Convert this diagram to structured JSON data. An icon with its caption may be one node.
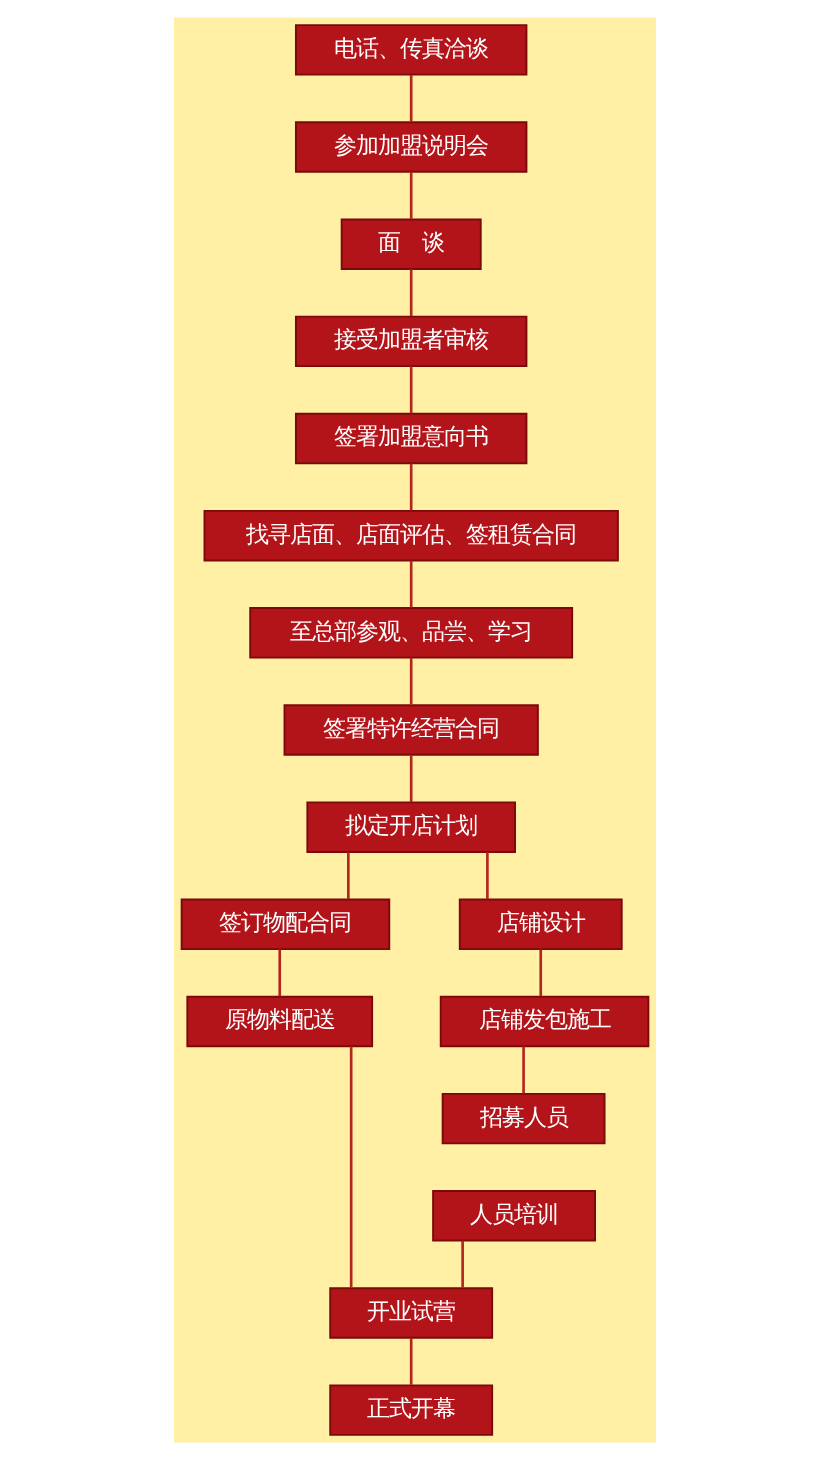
{
  "diagram": {
    "nodes": [
      {
        "text": [
          "电话、传真洽谈"
        ]
      },
      {
        "text": [
          "参加加盟说明会"
        ]
      },
      {
        "text": [
          "面　谈"
        ]
      },
      {
        "text": [
          "接受加盟者审核"
        ]
      },
      {
        "text": [
          "签署加盟意向书"
        ]
      },
      {
        "text": [
          "找寻店面、店面评估、签租赁合同"
        ]
      },
      {
        "text": [
          "至总部参观、品尝、学习"
        ]
      },
      {
        "text": [
          "签署特许经营合同"
        ]
      },
      {
        "text": [
          "拟定开店计划"
        ]
      },
      {
        "text": [
          "签订物配合同"
        ]
      },
      {
        "text": [
          "店铺设计"
        ]
      },
      {
        "text": [
          "原物料配送"
        ]
      },
      {
        "text": [
          "店铺发包施工"
        ]
      },
      {
        "text": [
          "招募人员"
        ]
      },
      {
        "text": [
          "人员培训"
        ]
      },
      {
        "text": [
          "开业试营"
        ]
      },
      {
        "text": [
          "正式开幕"
        ]
      }
    ],
    "edges": [
      {
        "from": 0,
        "to": 1,
        "arrow": "none"
      },
      {
        "from": 1,
        "to": 2,
        "arrow": "none"
      },
      {
        "from": 2,
        "to": 3,
        "arrow": "none"
      },
      {
        "from": 3,
        "to": 4,
        "arrow": "none"
      },
      {
        "from": 4,
        "to": 5,
        "arrow": "none"
      },
      {
        "from": 5,
        "to": 6,
        "arrow": "none"
      },
      {
        "from": 6,
        "to": 7,
        "arrow": "none"
      },
      {
        "from": 7,
        "to": 8,
        "arrow": "none"
      },
      {
        "from": 8,
        "to": 9,
        "arrow": "none"
      },
      {
        "from": 8,
        "to": 10,
        "arrow": "none"
      },
      {
        "from": 9,
        "to": 11,
        "arrow": "none"
      },
      {
        "from": 10,
        "to": 12,
        "arrow": "none"
      },
      {
        "from": 12,
        "to": 13,
        "arrow": "none"
      },
      {
        "from": 11,
        "to": 15,
        "arrow": "none"
      },
      {
        "from": 14,
        "to": 15,
        "arrow": "none"
      },
      {
        "from": 15,
        "to": 16,
        "arrow": "none"
      }
    ]
  }
}
